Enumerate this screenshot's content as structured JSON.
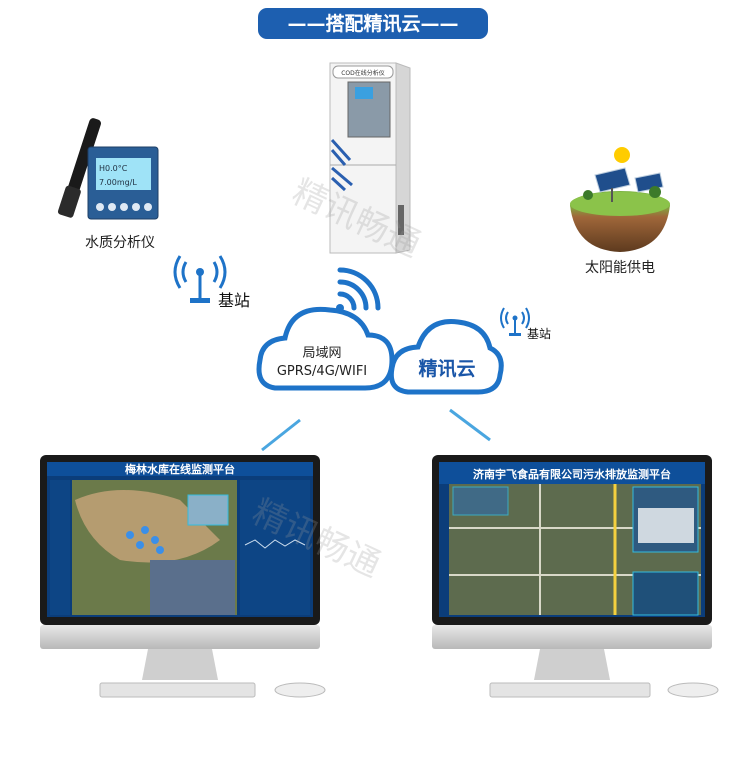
{
  "banner": {
    "title": "——搭配精讯云——"
  },
  "devices": {
    "water_analyzer": {
      "label": "水质分析仪",
      "display_line1": "H0.0°C",
      "display_line2": "7.00mg/L"
    },
    "cabinet": {
      "label": "COD在线分析仪"
    },
    "solar": {
      "label": "太阳能供电"
    }
  },
  "network": {
    "base_station_left": "基站",
    "base_station_right": "基站",
    "lan_cloud_line1": "局域网",
    "lan_cloud_line2": "GPRS/4G/WIFI",
    "cloud_platform": "精讯云"
  },
  "monitors": [
    {
      "screen_title": "梅林水库在线监测平台"
    },
    {
      "screen_title": "济南宇飞食品有限公司污水排放监测平台"
    }
  ],
  "watermark": "精讯畅通",
  "colors": {
    "banner": "#1d5fb0",
    "cloud_outline": "#1e73c8",
    "accent_text": "#1a56a8",
    "screen_bg": "#0b3d7a"
  }
}
